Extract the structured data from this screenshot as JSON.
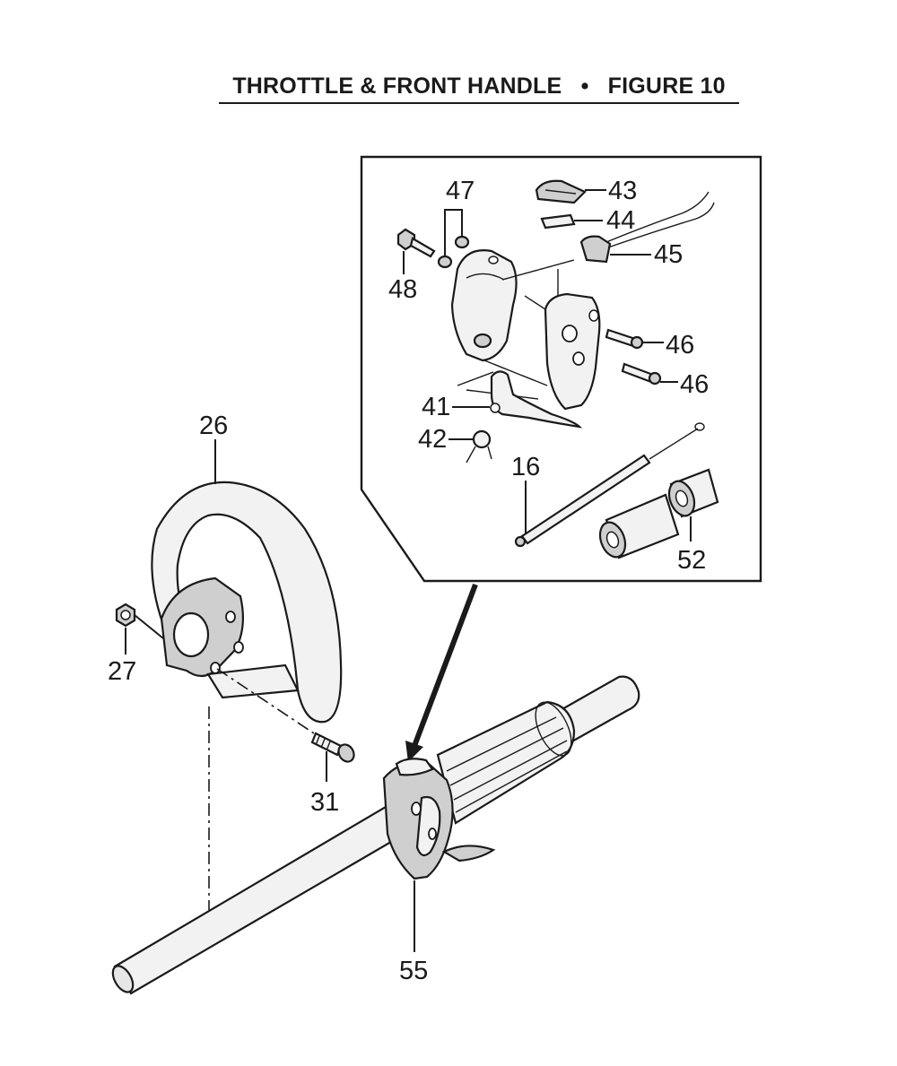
{
  "title": {
    "left": "THROTTLE & FRONT HANDLE",
    "separator": "•",
    "right": "FIGURE 10"
  },
  "callouts": {
    "p16": "16",
    "p26": "26",
    "p27": "27",
    "p31": "31",
    "p41": "41",
    "p42": "42",
    "p43": "43",
    "p44": "44",
    "p45": "45",
    "p46a": "46",
    "p46b": "46",
    "p47": "47",
    "p48": "48",
    "p52": "52",
    "p55": "55"
  }
}
